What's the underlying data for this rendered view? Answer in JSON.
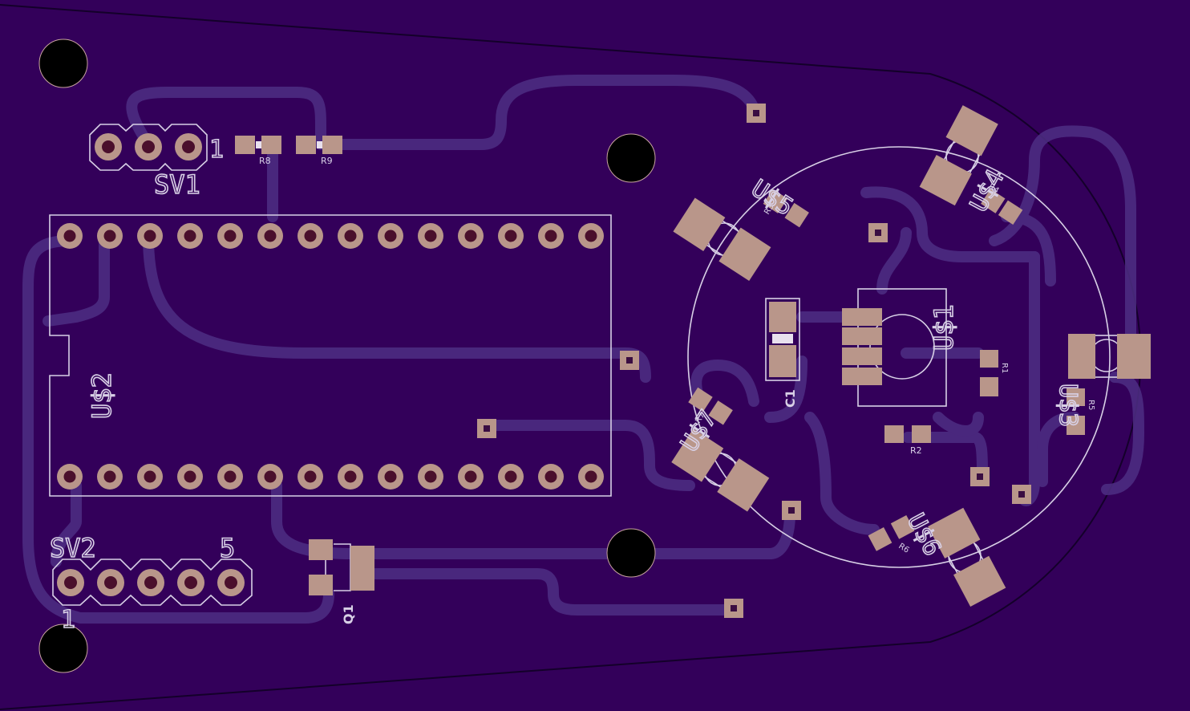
{
  "board": {
    "colors": {
      "substrate": "#33005a",
      "outline": "#14002a",
      "trace": "#4e2e84",
      "pad": "#b9968a",
      "drill": "#4a0f2c",
      "silkscreen": "#d8d0e6",
      "hole": "#000000"
    }
  },
  "labels": {
    "sv1": "SV1",
    "sv1_pin1": "1",
    "sv2": "SV2",
    "sv2_pin1": "1",
    "sv2_pin5": "5",
    "r8": "R8",
    "r9": "R9",
    "r1": "R1",
    "r2": "R2",
    "r3": "R3",
    "r4": "R4",
    "r5": "R5",
    "r6": "R6",
    "r7": "R7",
    "q1": "Q1",
    "c1": "C1",
    "u1": "U$1",
    "u2": "U$2",
    "u3": "U$3",
    "u4": "U$4",
    "u5": "U$5",
    "u6": "U$6",
    "u7": "U$7"
  }
}
